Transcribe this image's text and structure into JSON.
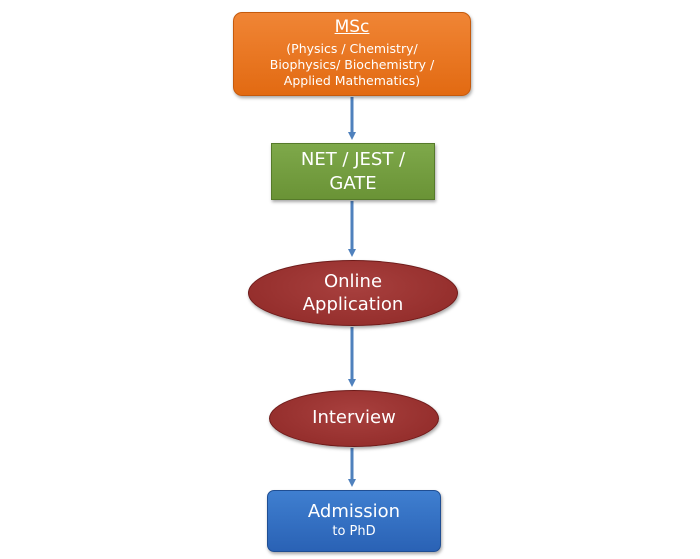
{
  "nodes": {
    "msc": {
      "title": "MSc",
      "subtitle_lines": [
        "(Physics / Chemistry/",
        "Biophysics/ Biochemistry /",
        "Applied Mathematics)"
      ]
    },
    "exam": {
      "lines": [
        "NET / JEST /",
        "GATE"
      ]
    },
    "online": {
      "lines": [
        "Online",
        "Application"
      ]
    },
    "interview": {
      "label": "Interview"
    },
    "admission": {
      "label": "Admission",
      "sublabel": "to PhD"
    }
  },
  "colors": {
    "msc": "#e8761f",
    "exam": "#74a040",
    "online": "#9a302e",
    "interview": "#9a302e",
    "admission": "#3370c4",
    "connector": "#4f81bd"
  },
  "edges": [
    {
      "from": "msc",
      "to": "exam"
    },
    {
      "from": "exam",
      "to": "online"
    },
    {
      "from": "online",
      "to": "interview"
    },
    {
      "from": "interview",
      "to": "admission"
    }
  ]
}
